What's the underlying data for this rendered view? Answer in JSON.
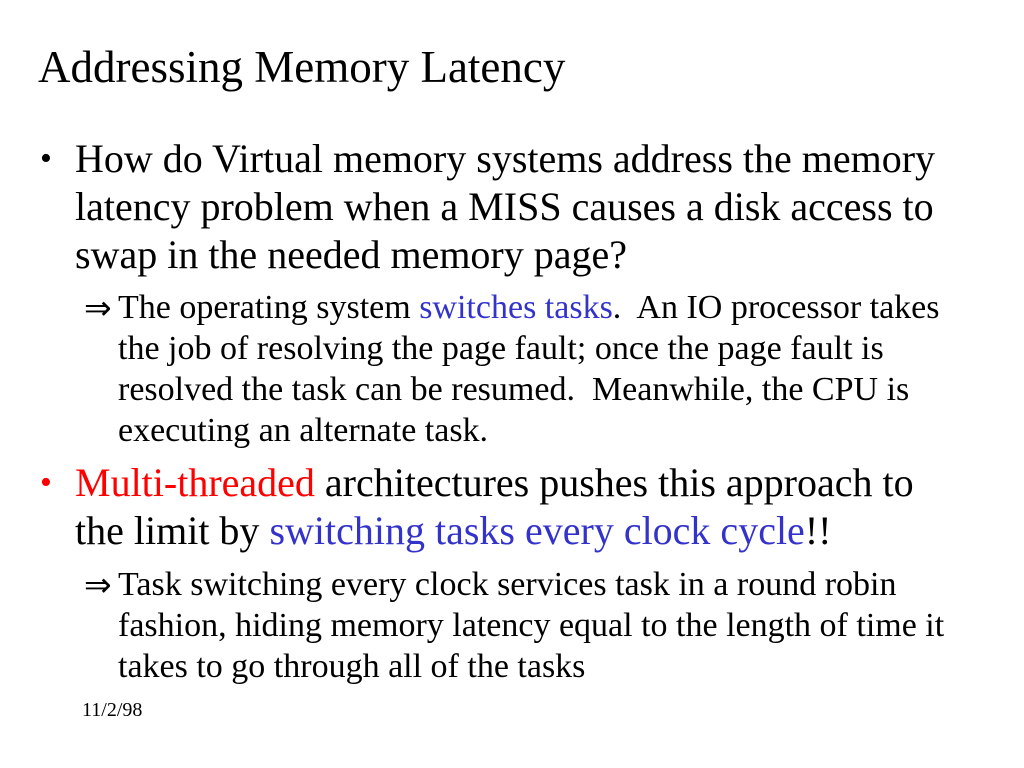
{
  "slide": {
    "title": "Addressing Memory Latency",
    "bullet_char": "•",
    "arrow_char": "⇒",
    "footer_date": "11/2/98",
    "bullet1": {
      "line1": "How do Virtual memory systems address the memory",
      "line2": "latency problem when a MISS causes a disk access to",
      "line3": "swap in the needed memory page?"
    },
    "sub1": {
      "line1_pre": "The operating system ",
      "line1_blue": "switches tasks",
      "line1_post": ".  An IO processor takes",
      "line2": "the job of resolving the page fault; once the page fault is",
      "line3": "resolved the task can be resumed.  Meanwhile, the CPU is",
      "line4": "executing an alternate task."
    },
    "bullet2": {
      "line1_red": "Multi-threaded",
      "line1_post": " architectures pushes this approach to",
      "line2_pre": "the limit by ",
      "line2_blue": "switching tasks every clock cycle",
      "line2_post": "!!"
    },
    "sub2": {
      "line1": "Task switching every clock services task in a round robin",
      "line2": "fashion, hiding memory latency equal to the length of time it",
      "line3": "takes to go through all of the tasks"
    }
  },
  "colors": {
    "text": "#000000",
    "blue": "#3333CC",
    "red": "#FF0000",
    "background": "#FFFFFF"
  }
}
